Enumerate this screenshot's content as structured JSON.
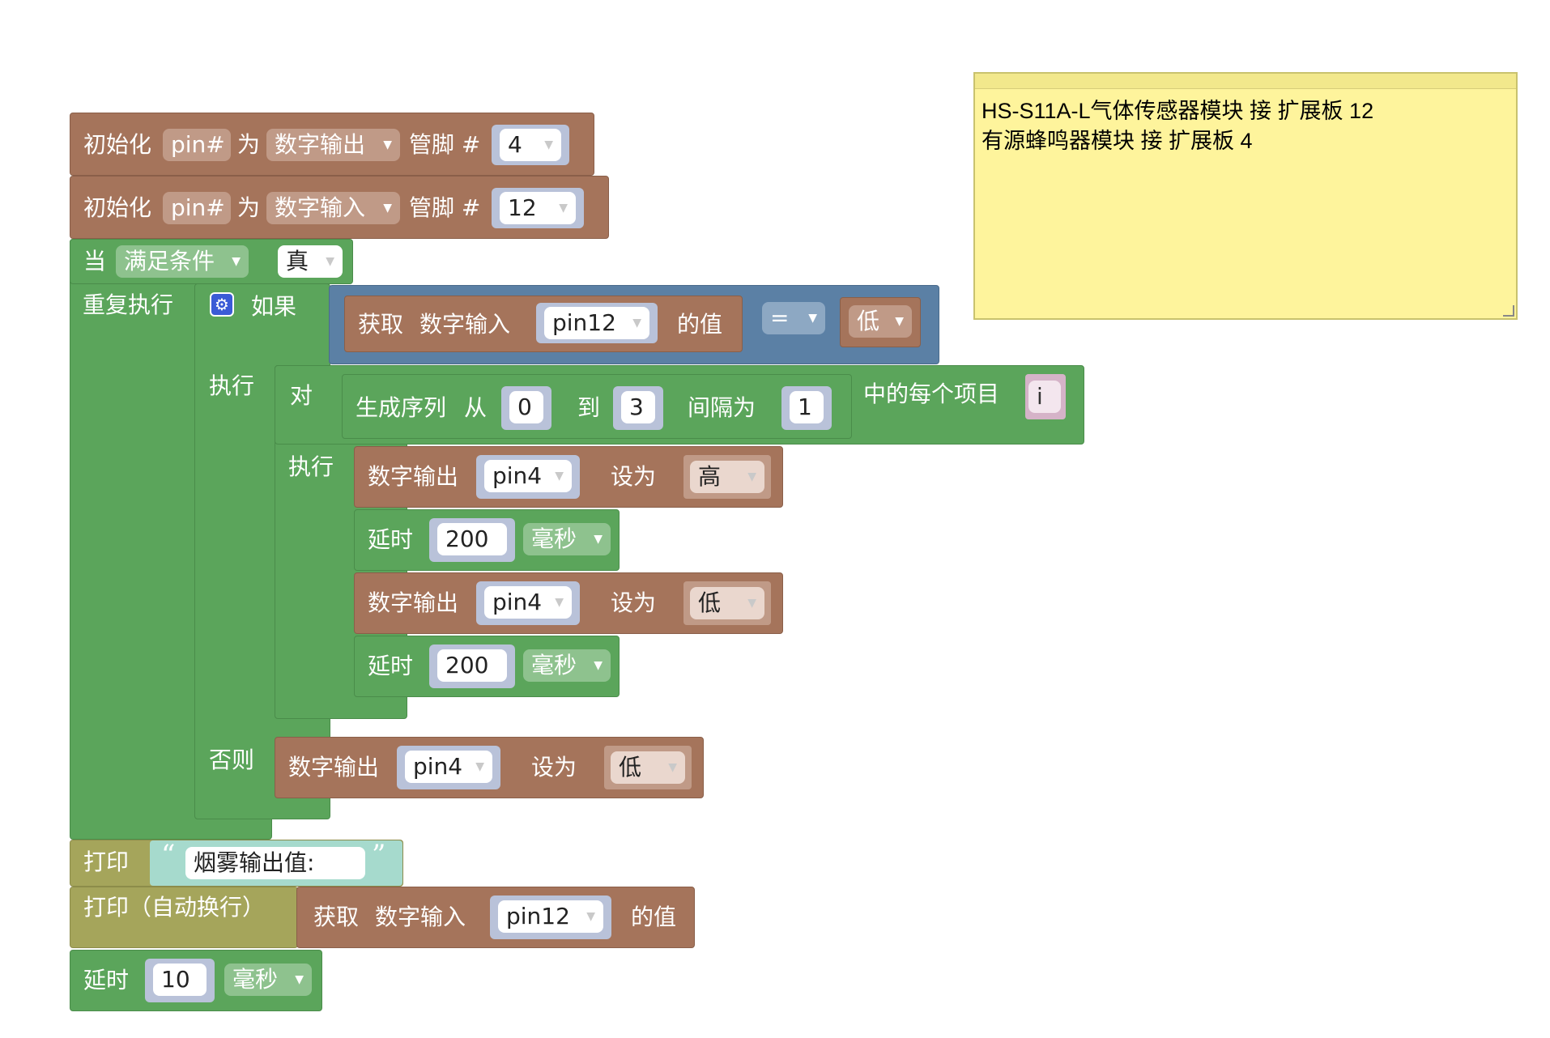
{
  "note": {
    "line1": "HS-S11A-L气体传感器模块 接 扩展板 12",
    "line2": "有源蜂鸣器模块 接 扩展板 4"
  },
  "init1": {
    "label": "初始化",
    "var": "pin#",
    "as": "为",
    "mode": "数字输出",
    "pin_label": "管脚 #",
    "pin": "4"
  },
  "init2": {
    "label": "初始化",
    "var": "pin#",
    "as": "为",
    "mode": "数字输入",
    "pin_label": "管脚 #",
    "pin": "12"
  },
  "while": {
    "label": "当",
    "mode": "满足条件",
    "cond": "真",
    "do": "重复执行"
  },
  "if": {
    "label": "如果",
    "get": "获取",
    "get_mode": "数字输入",
    "get_pin": "pin12",
    "value_of": "的值",
    "op": "=",
    "rhs": "低",
    "do": "执行",
    "else": "否则"
  },
  "for": {
    "label": "对",
    "range": "生成序列",
    "from": "从",
    "start": "0",
    "to": "到",
    "end": "3",
    "step_label": "间隔为",
    "step": "1",
    "each": "中的每个项目",
    "var": "i",
    "do": "执行"
  },
  "body": [
    {
      "label": "数字输出",
      "pin": "pin4",
      "set": "设为",
      "value": "高"
    },
    {
      "label": "延时",
      "value": "200",
      "unit": "毫秒"
    },
    {
      "label": "数字输出",
      "pin": "pin4",
      "set": "设为",
      "value": "低"
    },
    {
      "label": "延时",
      "value": "200",
      "unit": "毫秒"
    }
  ],
  "else_block": {
    "label": "数字输出",
    "pin": "pin4",
    "set": "设为",
    "value": "低"
  },
  "print1": {
    "label": "打印",
    "text": "烟雾输出值:"
  },
  "print2": {
    "label": "打印（自动换行）",
    "get": "获取",
    "get_mode": "数字输入",
    "get_pin": "pin12",
    "value_of": "的值"
  },
  "delay": {
    "label": "延时",
    "value": "10",
    "unit": "毫秒"
  }
}
